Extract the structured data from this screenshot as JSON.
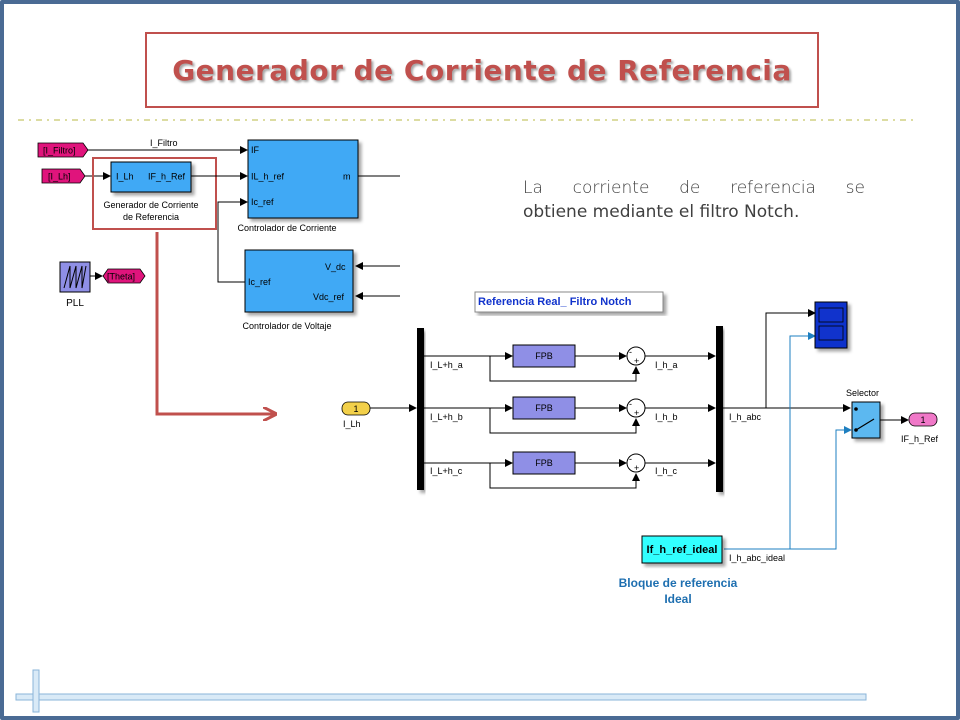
{
  "title": "Generador de Corriente de Referencia",
  "description": {
    "line1": "La corriente de referencia se",
    "line2": "obtiene mediante el filtro Notch."
  },
  "top_diagram": {
    "goto_tags": {
      "i_filtro": "[I_Filtro]",
      "i_lh": "[I_Lh]",
      "theta": "[Theta]"
    },
    "signal_i_filtro": "I_Filtro",
    "gen_block": {
      "in": "I_Lh",
      "out": "IF_h_Ref",
      "name_line1": "Generador de Corriente",
      "name_line2": "de Referencia"
    },
    "ctrl_corriente": {
      "in1": "IF",
      "in2": "IL_h_ref",
      "in3": "Ic_ref",
      "out": "m",
      "name": "Controlador de Corriente"
    },
    "ctrl_voltaje": {
      "in1": "Ic_ref",
      "out1": "V_dc",
      "out2": "Vdc_ref",
      "name": "Controlador de Voltaje"
    },
    "pll": "PLL"
  },
  "bottom_diagram": {
    "header_label": "Referencia Real_ Filtro Notch",
    "inport": {
      "num": "1",
      "name": "I_Lh"
    },
    "demux_labels": [
      "I_L+h_a",
      "I_L+h_b",
      "I_L+h_c"
    ],
    "fpb": "FPB",
    "sum_signs": {
      "plus": "+",
      "minus": "-"
    },
    "outputs": [
      "I_h_a",
      "I_h_b",
      "I_h_c"
    ],
    "mux_out": "I_h_abc",
    "selector": "Selector",
    "outport": {
      "num": "1",
      "name": "IF_h_Ref"
    },
    "ideal_block": {
      "label": "If_h_ref_ideal",
      "signal": "I_h_abc_ideal",
      "caption_line1": "Bloque de referencia",
      "caption_line2": "Ideal"
    }
  },
  "colors": {
    "title": "#c0504d",
    "frame": "#4a6b94",
    "subsystem_fill": "#3fa9f5",
    "goto_fill": "#e0147c",
    "fpb_fill": "#8f8fe6",
    "inport_fill": "#f2d04a",
    "outport_fill": "#f078c8",
    "cyan_block": "#33ffff",
    "scope_fill": "#1133cc",
    "arrow_red": "#c0504d"
  }
}
